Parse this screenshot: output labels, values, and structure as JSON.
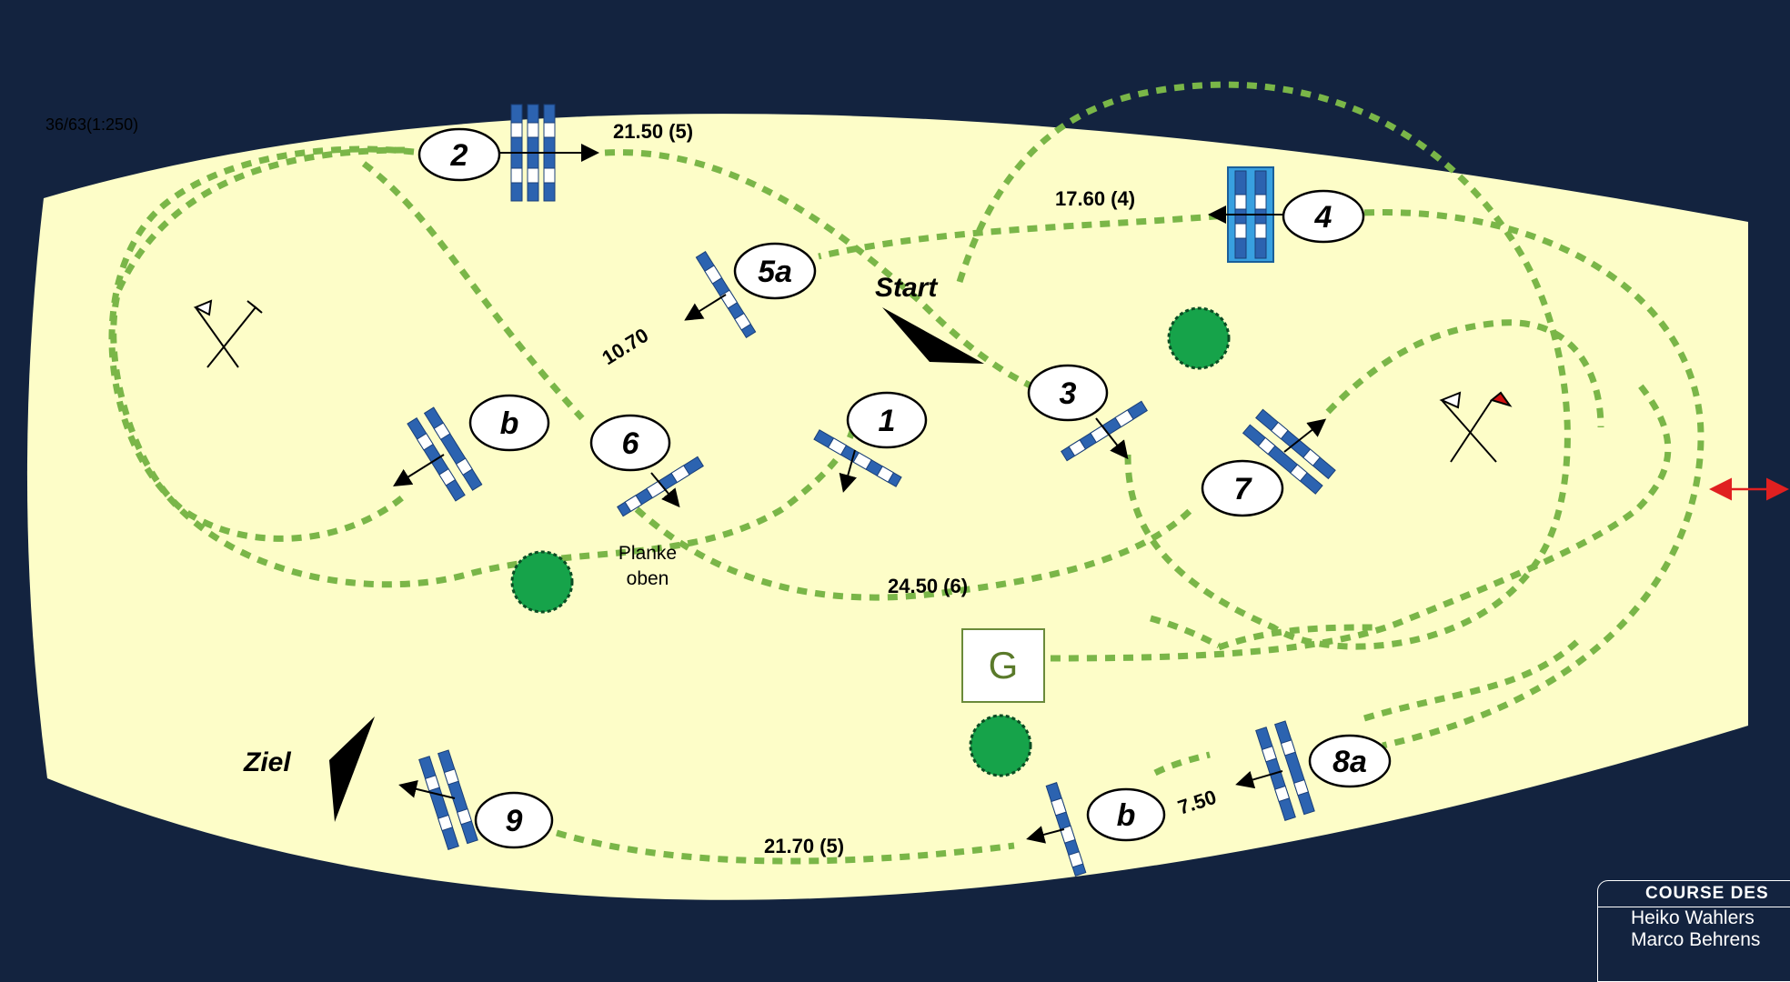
{
  "scale_label": "36/63(1:250)",
  "obstacles": [
    {
      "id": "1",
      "label": "1"
    },
    {
      "id": "2",
      "label": "2"
    },
    {
      "id": "3",
      "label": "3"
    },
    {
      "id": "4",
      "label": "4"
    },
    {
      "id": "5a",
      "label": "5a"
    },
    {
      "id": "5b",
      "label": "b"
    },
    {
      "id": "6",
      "label": "6"
    },
    {
      "id": "7",
      "label": "7"
    },
    {
      "id": "8a",
      "label": "8a"
    },
    {
      "id": "8b",
      "label": "b"
    },
    {
      "id": "9",
      "label": "9"
    }
  ],
  "distances": {
    "d_2_3": "21.50 (5)",
    "d_3_4": "17.60 (4)",
    "d_5": "10.70",
    "d_6_7": "24.50 (6)",
    "d_8": "7.50",
    "d_8_9": "21.70 (5)"
  },
  "labels": {
    "start": "Start",
    "finish": "Ziel",
    "plank_line1": "Planke",
    "plank_line2": "oben",
    "gate": "G"
  },
  "designer": {
    "title": "COURSE DES",
    "names": [
      "Heiko Wahlers",
      "Marco Behrens"
    ]
  },
  "colors": {
    "background": "#13233f",
    "arena": "#fdfdc8",
    "path": "#7ab648",
    "jump_blue": "#2c63b0",
    "water_blue": "#38a0e0",
    "tree": "#16a34a",
    "arrow_red": "#e02020"
  }
}
